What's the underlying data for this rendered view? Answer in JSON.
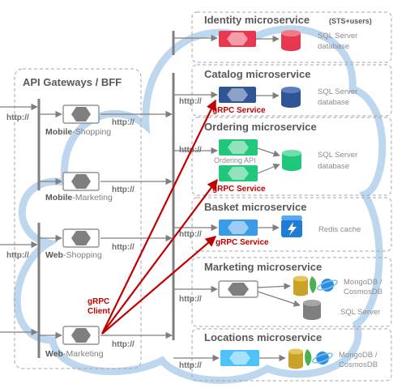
{
  "gateways": {
    "title": "API Gateways / BFF",
    "items": [
      {
        "bold": "Mobile",
        "rest": "-Shopping"
      },
      {
        "bold": "Mobile",
        "rest": "-Marketing"
      },
      {
        "bold": "Web",
        "rest": "-Shopping"
      },
      {
        "bold": "Web",
        "rest": "-Marketing"
      }
    ]
  },
  "http_label": "http://",
  "grpc": {
    "service_label": "gRPC Service",
    "client_label_1": "gRPC",
    "client_label_2": "Client"
  },
  "services": {
    "identity": {
      "title": "Identity microservice",
      "subtitle": "(STS+users)",
      "db_line1": "SQL Server",
      "db_line2": "database"
    },
    "catalog": {
      "title": "Catalog microservice",
      "db_line1": "SQL Server",
      "db_line2": "database"
    },
    "ordering": {
      "title": "Ordering microservice",
      "api_label": "Ordering API",
      "db_line1": "SQL Server",
      "db_line2": "database"
    },
    "basket": {
      "title": "Basket microservice",
      "db_line1": "Redis cache"
    },
    "marketing": {
      "title": "Marketing microservice",
      "db_line1": "MongoDB /",
      "db_line2": "CosmosDB",
      "db2_line1": "SQL Server"
    },
    "locations": {
      "title": "Locations microservice",
      "db_line1": "MongoDB /",
      "db_line2": "CosmosDB"
    }
  },
  "colors": {
    "identity": "#e8384f",
    "catalog": "#2f5597",
    "ordering": "#21c77a",
    "basket": "#3a9be8",
    "locations": "#4fc3f7",
    "neutral": "#7f7f7f",
    "cloud": "#bdd7ee",
    "grpc": "#c00000"
  },
  "icons": {
    "container": "hexagon-container-icon",
    "database": "database-cylinder-icon",
    "redis": "redis-cache-icon",
    "mongo": "mongodb-leaf-icon",
    "cosmos": "cosmosdb-planet-icon"
  }
}
